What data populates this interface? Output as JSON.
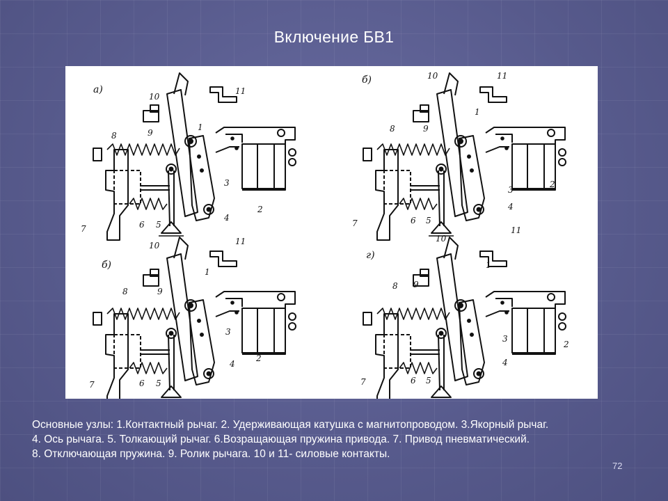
{
  "slide": {
    "title": "Включение БВ1",
    "page_number": "72"
  },
  "figure": {
    "panels": [
      {
        "label": "а)",
        "callouts": [
          "10",
          "11",
          "9",
          "8",
          "1",
          "3",
          "2",
          "6",
          "5",
          "4",
          "7"
        ]
      },
      {
        "label": "б)",
        "callouts": [
          "10",
          "11",
          "9",
          "8",
          "1",
          "3",
          "2",
          "6",
          "5",
          "4",
          "7"
        ]
      },
      {
        "label": "б)",
        "callouts": [
          "10",
          "11",
          "9",
          "8",
          "1",
          "3",
          "2",
          "6",
          "5",
          "4",
          "7"
        ]
      },
      {
        "label": "г)",
        "callouts": [
          "10",
          "11",
          "9",
          "8",
          "1",
          "3",
          "2",
          "6",
          "5",
          "4",
          "7"
        ]
      }
    ]
  },
  "caption": {
    "line1": "Основные узлы: 1.Контактный рычаг. 2. Удерживающая катушка с магнитопроводом. 3.Якорный рычаг.",
    "line2": "4. Ось рычага. 5. Толкающий рычаг. 6.Возращающая пружина привода. 7. Привод пневматический.",
    "line3": "8. Отключающая пружина. 9. Ролик рычага. 10 и 11- силовые контакты."
  }
}
